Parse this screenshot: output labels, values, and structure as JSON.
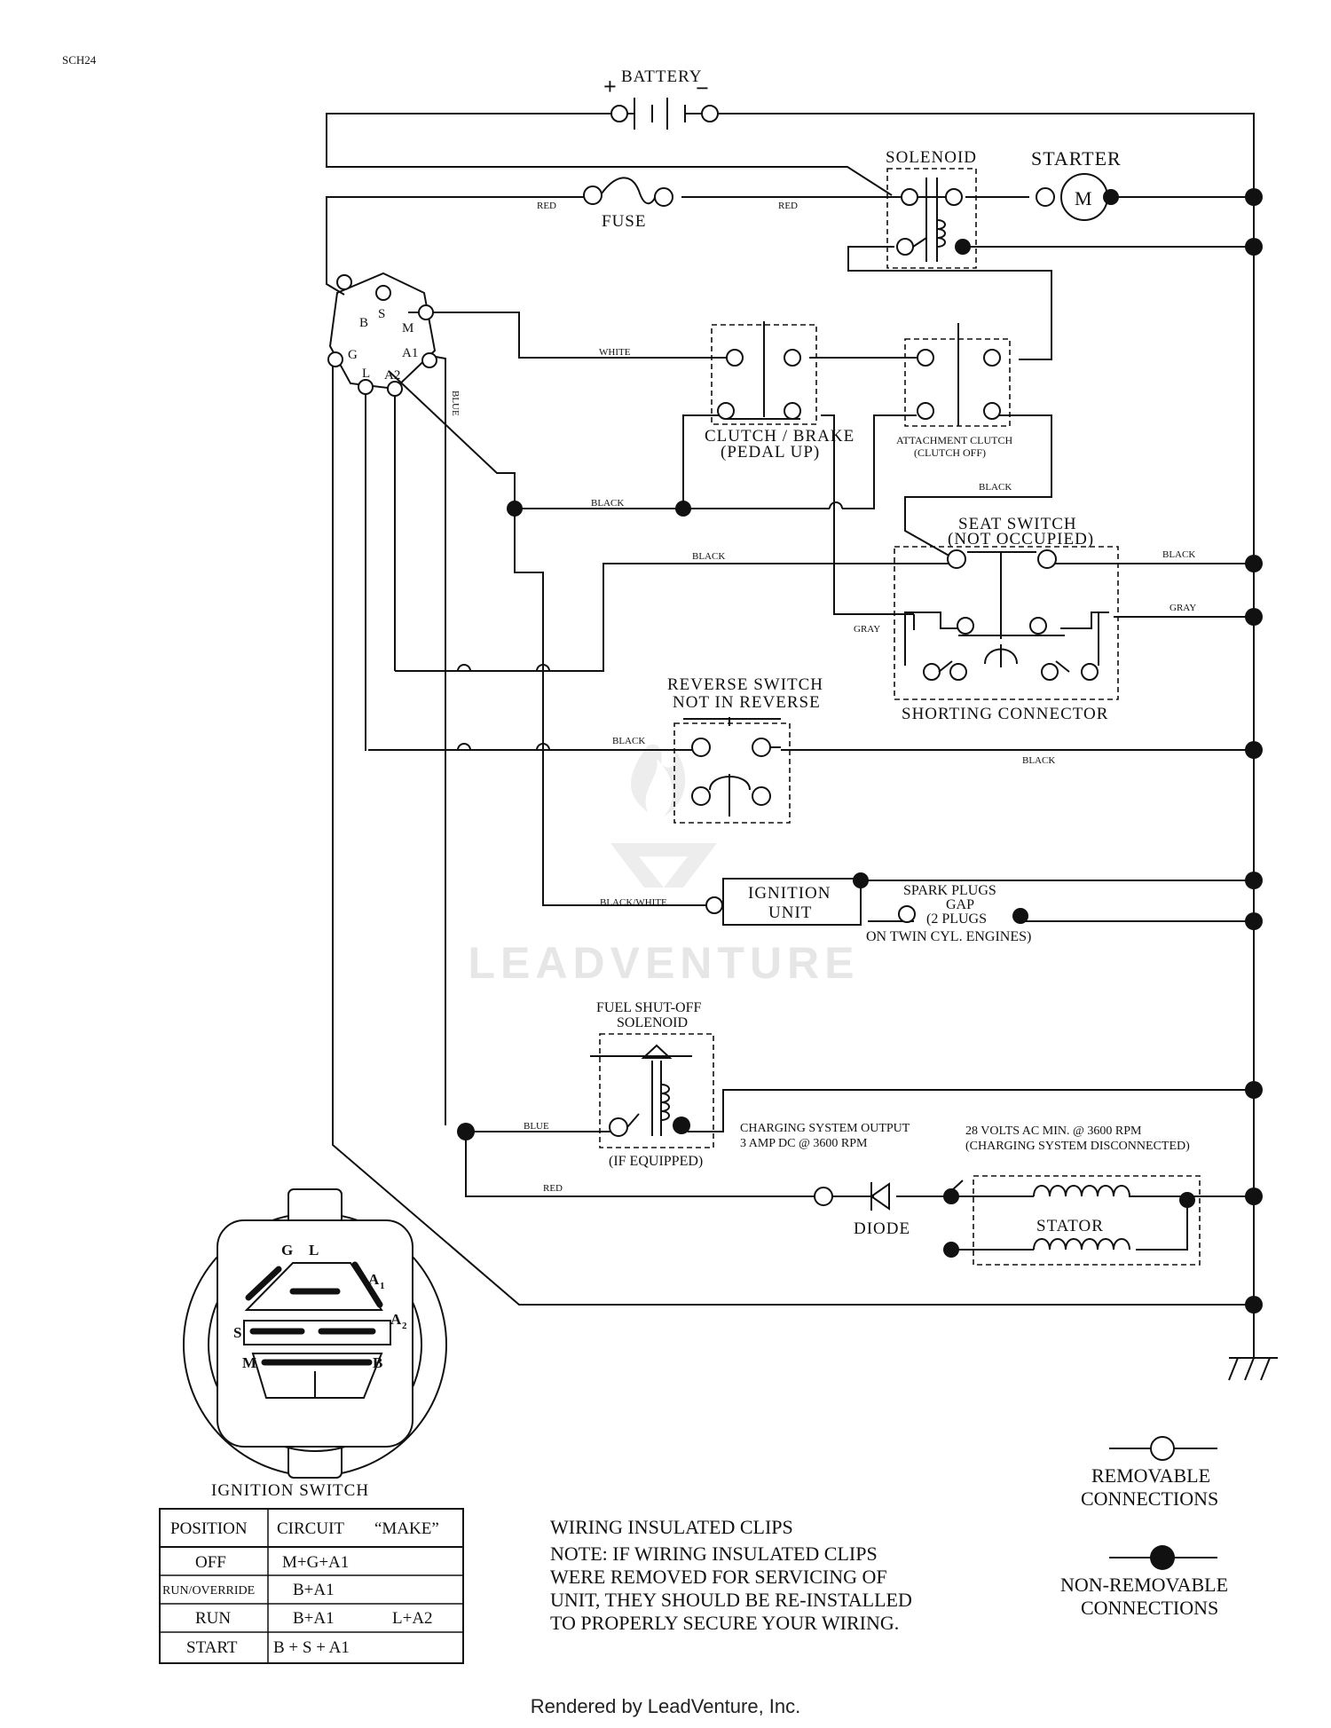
{
  "page_id": "SCH24",
  "watermark": "LEADVENTURE",
  "footer": "Rendered by LeadVenture, Inc.",
  "components": {
    "battery": "BATTERY",
    "battery_plus": "+",
    "battery_minus": "−",
    "solenoid": "SOLENOID",
    "starter": "STARTER",
    "starter_motor": "M",
    "fuse": "FUSE",
    "clutch_brake_1": "CLUTCH / BRAKE",
    "clutch_brake_2": "(PEDAL UP)",
    "attachment_clutch_1": "ATTACHMENT CLUTCH",
    "attachment_clutch_2": "(CLUTCH OFF)",
    "seat_switch_1": "SEAT SWITCH",
    "seat_switch_2": "(NOT OCCUPIED)",
    "shorting_connector": "SHORTING CONNECTOR",
    "reverse_switch_1": "REVERSE SWITCH",
    "reverse_switch_2": "NOT IN REVERSE",
    "ignition_unit_1": "IGNITION",
    "ignition_unit_2": "UNIT",
    "spark_plugs_1": "SPARK PLUGS",
    "spark_plugs_2": "GAP",
    "spark_plugs_3": "(2 PLUGS",
    "spark_plugs_4": "ON TWIN CYL. ENGINES)",
    "fuel_solenoid_1": "FUEL SHUT-OFF",
    "fuel_solenoid_2": "SOLENOID",
    "fuel_solenoid_3": "(IF EQUIPPED)",
    "charging_1": "CHARGING SYSTEM OUTPUT",
    "charging_2": "3 AMP DC @ 3600 RPM",
    "volts_1": "28 VOLTS AC MIN. @ 3600 RPM",
    "volts_2": "(CHARGING SYSTEM DISCONNECTED)",
    "diode": "DIODE",
    "stator": "STATOR",
    "ignition_switch": "IGNITION SWITCH"
  },
  "switch_terminals": [
    "B",
    "S",
    "M",
    "G",
    "A1",
    "L",
    "A2"
  ],
  "switch_face_labels": {
    "g": "G",
    "l": "L",
    "a1": "A",
    "a1_sub": "1",
    "s": "S",
    "a2": "A",
    "a2_sub": "2",
    "m": "M",
    "b": "B"
  },
  "wire_colors": {
    "red_1": "RED",
    "red_2": "RED",
    "white": "WHITE",
    "blue_v": "BLUE",
    "black_1": "BLACK",
    "black_2": "BLACK",
    "black_3": "BLACK",
    "black_4": "BLACK",
    "black_5": "BLACK",
    "black_6": "BLACK",
    "gray_1": "GRAY",
    "gray_2": "GRAY",
    "black_white": "BLACK/WHITE",
    "blue_h": "BLUE",
    "red_3": "RED"
  },
  "legend": {
    "removable_1": "REMOVABLE",
    "removable_2": "CONNECTIONS",
    "nonremovable_1": "NON-REMOVABLE",
    "nonremovable_2": "CONNECTIONS"
  },
  "note": {
    "title": "WIRING INSULATED CLIPS",
    "lines": [
      "NOTE:  IF WIRING INSULATED CLIPS",
      "WERE REMOVED FOR SERVICING OF",
      "UNIT, THEY SHOULD BE RE-INSTALLED",
      "TO PROPERLY SECURE YOUR WIRING."
    ]
  },
  "ignition_table": {
    "headers": [
      "POSITION",
      "CIRCUIT",
      "“MAKE”"
    ],
    "rows": [
      {
        "position": "OFF",
        "circuit": "M+G+A1",
        "extra": ""
      },
      {
        "position": "RUN/OVERRIDE",
        "circuit": "B+A1",
        "extra": ""
      },
      {
        "position": "RUN",
        "circuit": "B+A1",
        "extra": "L+A2"
      },
      {
        "position": "START",
        "circuit": "B + S + A1",
        "extra": ""
      }
    ]
  }
}
